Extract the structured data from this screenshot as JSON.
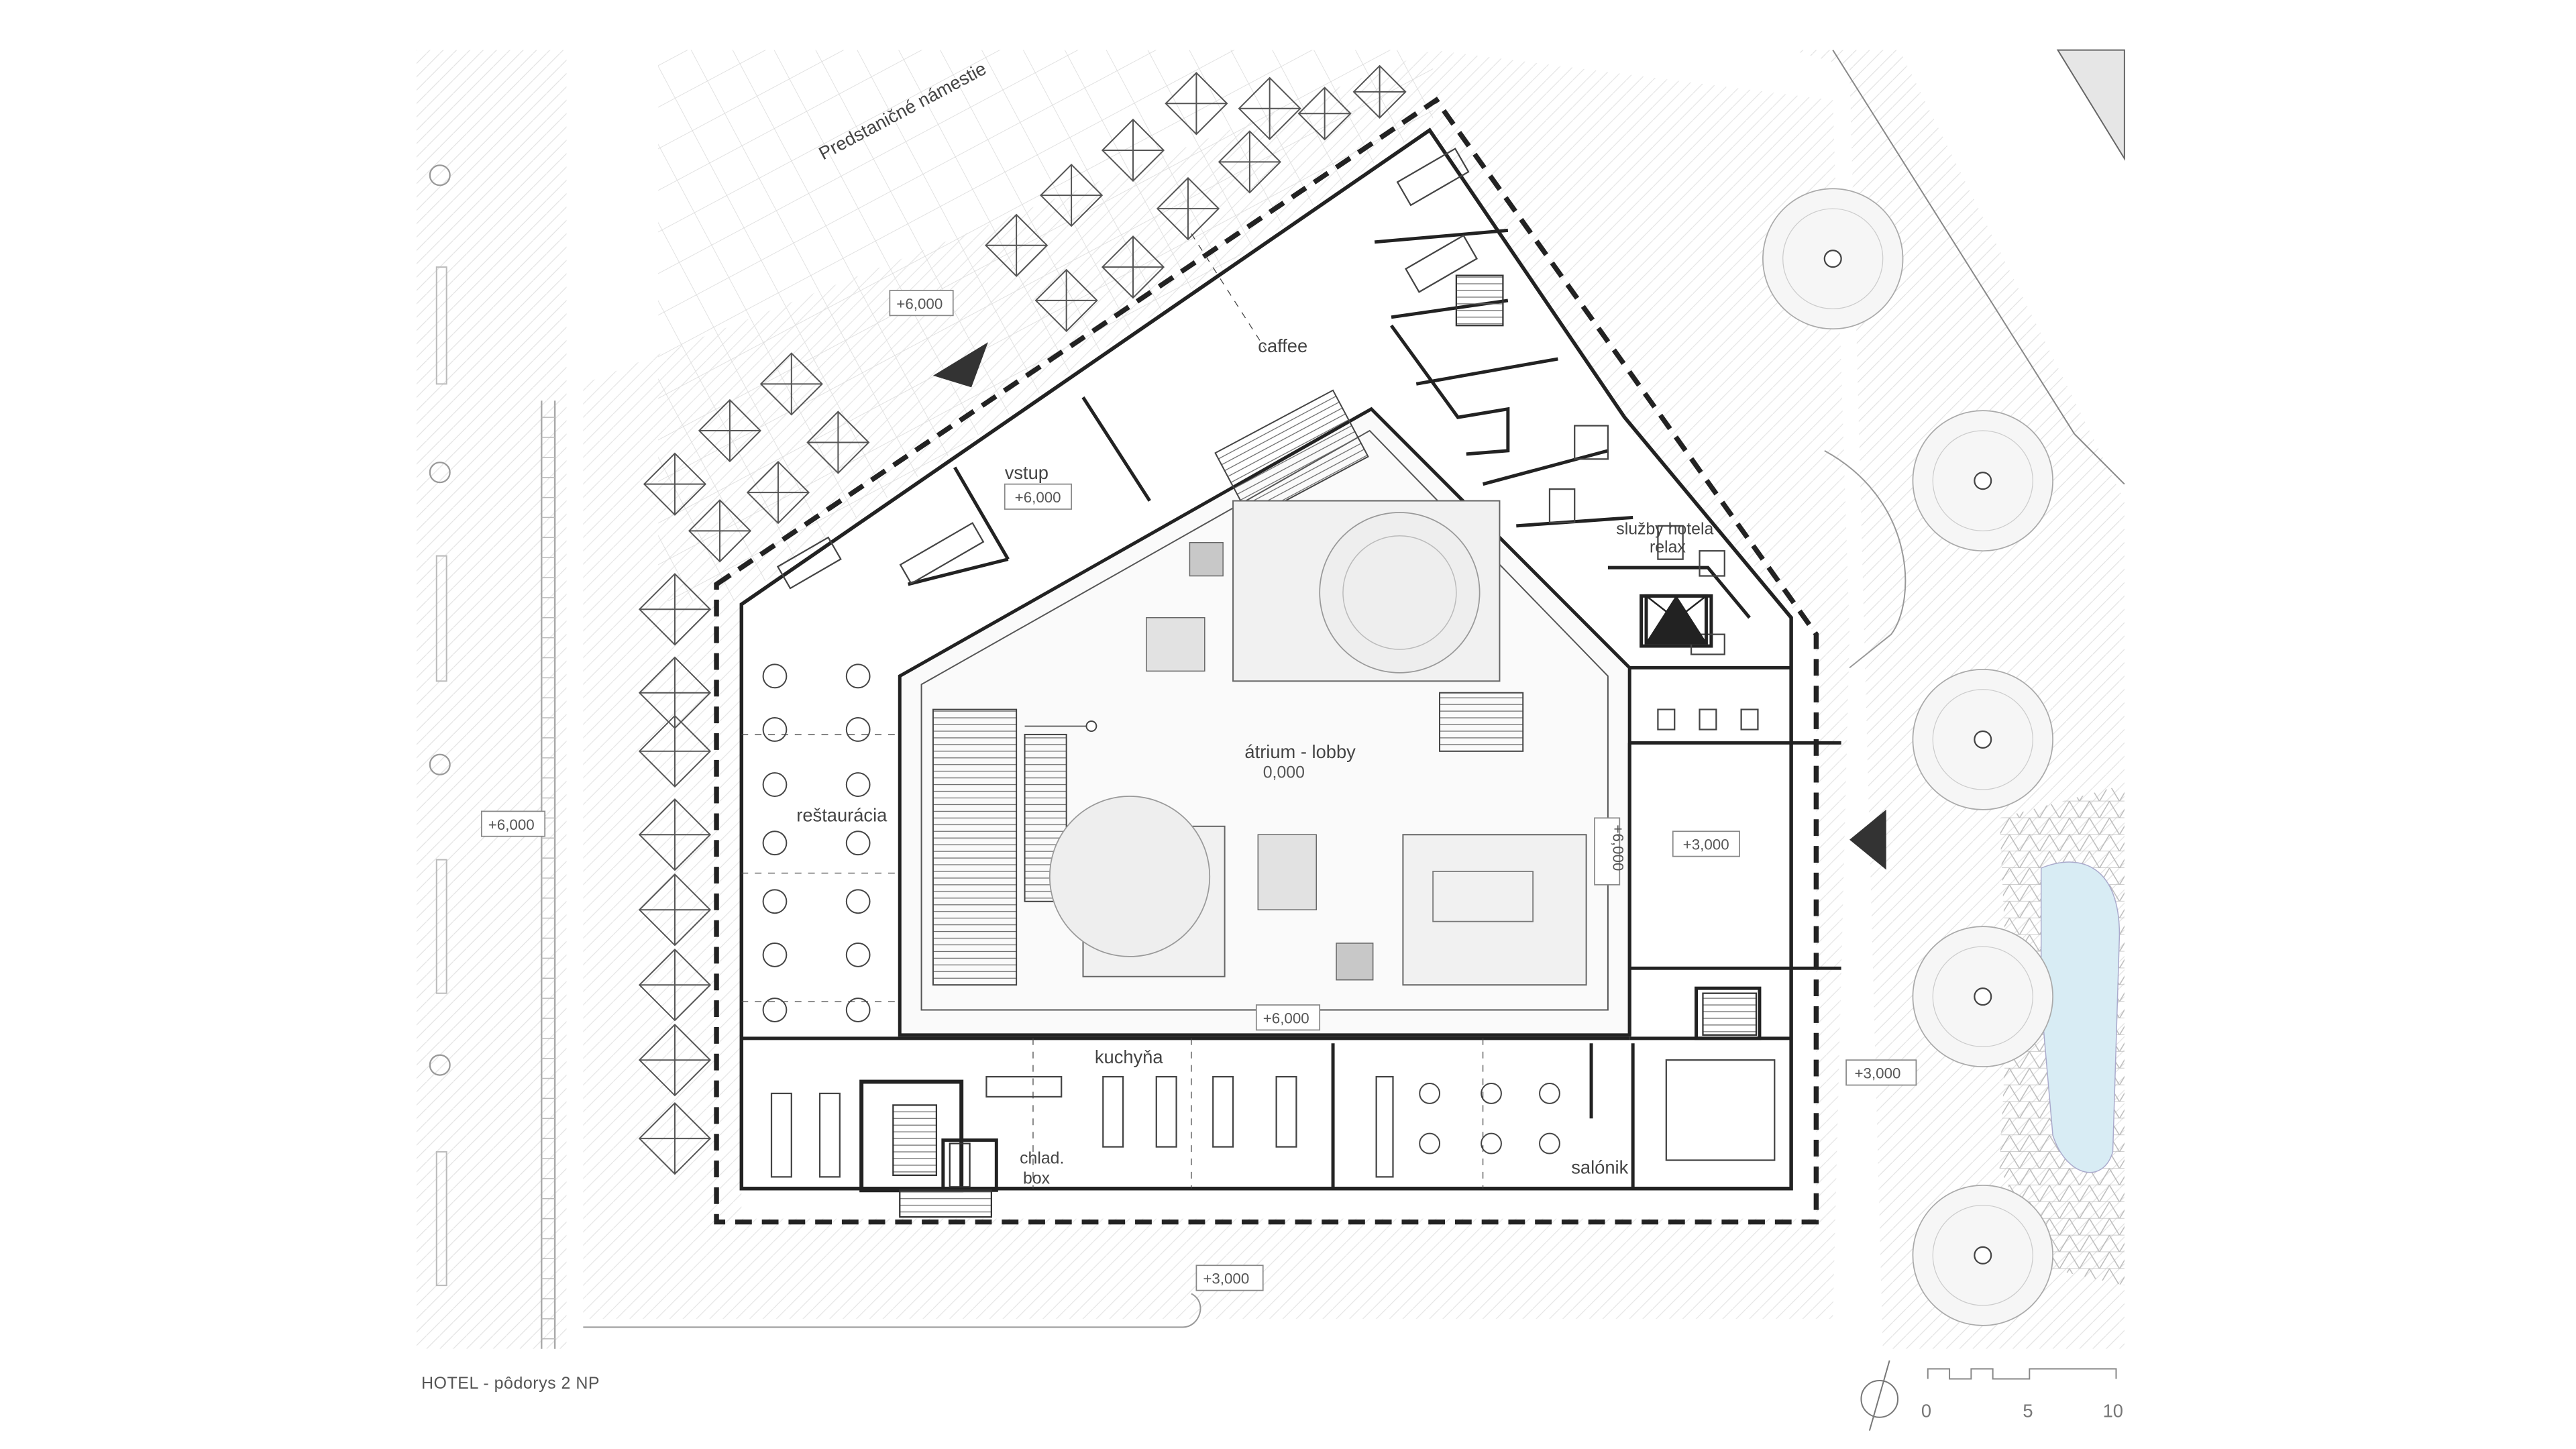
{
  "title": "HOTEL -  pôdorys 2 NP",
  "street_label": "Predstaničné námestie",
  "rooms": {
    "caffee": "caffee",
    "vstup": "vstup",
    "atrium": "átrium - lobby",
    "restauracia": "reštaurácia",
    "kuchyna": "kuchyňa",
    "chlad_line1": "chlad.",
    "chlad_line2": "box",
    "salonik": "salónik",
    "sluzby_line1": "služby hotela",
    "sluzby_line2": "relax"
  },
  "levels": {
    "plaza": "+6,000",
    "vstup": "+6,000",
    "atrium": "0,000",
    "west": "+6,000",
    "atrium_south": "+6,000",
    "atrium_east": "+6,000",
    "east_court": "+3,000",
    "southeast": "+3,000",
    "south": "+3,000"
  },
  "scale": {
    "labels": [
      "0",
      "5",
      "10"
    ]
  },
  "colors": {
    "line": "#222222",
    "hatch": "#cfcfcf",
    "water": "#d8ecf4",
    "arrow": "#333333"
  }
}
